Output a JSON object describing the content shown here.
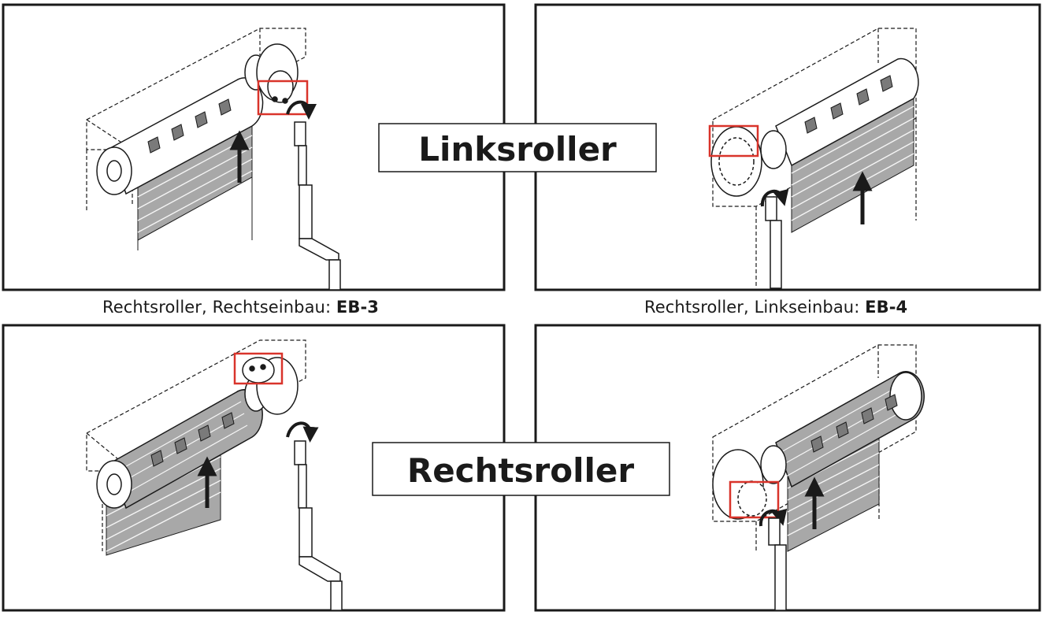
{
  "labels": {
    "top_banner": "Linksroller",
    "bottom_banner": "Rechtsroller"
  },
  "captions": {
    "left": {
      "prefix": "Rechtsroller, Rechtseinbau: ",
      "code": "EB-3"
    },
    "right": {
      "prefix": "Rechtsroller, Linkseinbau: ",
      "code": "EB-4"
    }
  },
  "colors": {
    "frame": "#1a1a1a",
    "highlight": "#d9342b",
    "slat_fill": "#a8a8a8",
    "tab_fill": "#7a7a7a"
  }
}
